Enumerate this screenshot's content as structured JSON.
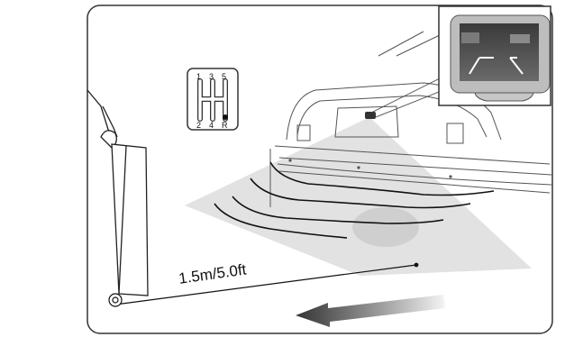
{
  "distance_label": "1.5m/5.0ft",
  "gear_shift": {
    "top_row": [
      "1",
      "3",
      "5"
    ],
    "bottom_row": [
      "2",
      "4",
      "R"
    ]
  },
  "colors": {
    "frame_stroke": "#333333",
    "sensor_zone_fill": "#e2e2e2",
    "arrow_dark": "#333333",
    "arrow_light": "#f4f4f4"
  },
  "icons": [
    "gear-shift-icon",
    "reverse-arrow-icon",
    "monitor-icon",
    "camera-icon"
  ]
}
